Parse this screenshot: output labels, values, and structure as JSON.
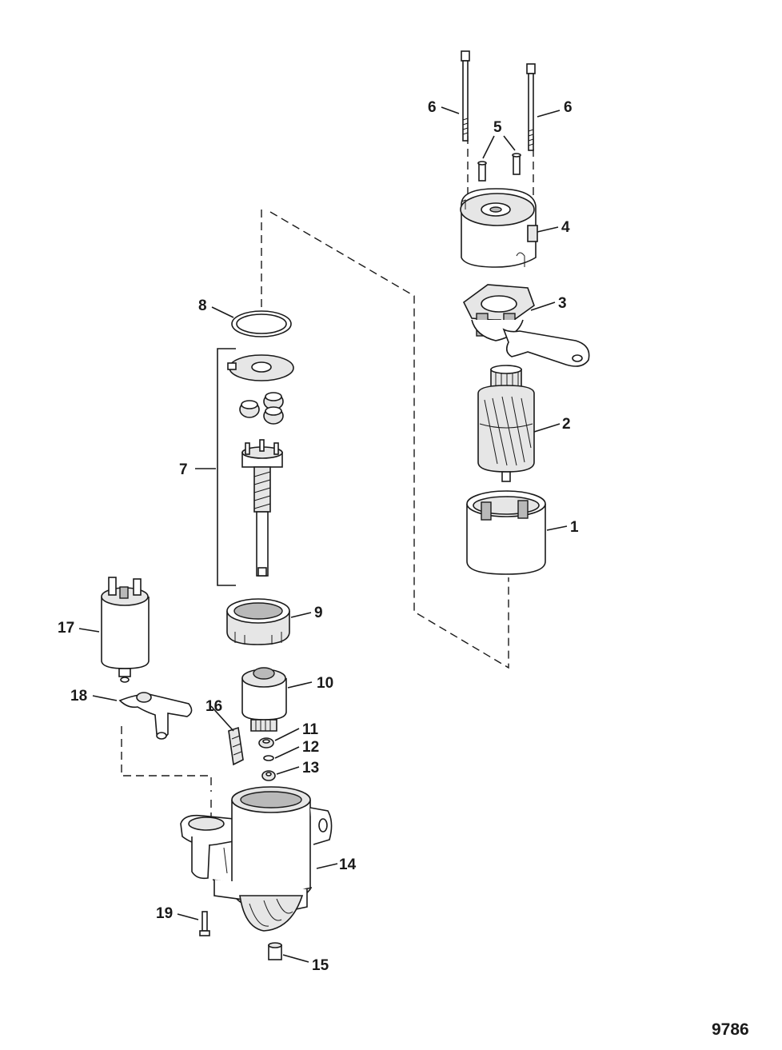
{
  "figure_number": "9786",
  "callouts": [
    "1",
    "2",
    "3",
    "4",
    "5",
    "6",
    "6",
    "7",
    "8",
    "9",
    "10",
    "11",
    "12",
    "13",
    "14",
    "15",
    "16",
    "17",
    "18",
    "19"
  ]
}
